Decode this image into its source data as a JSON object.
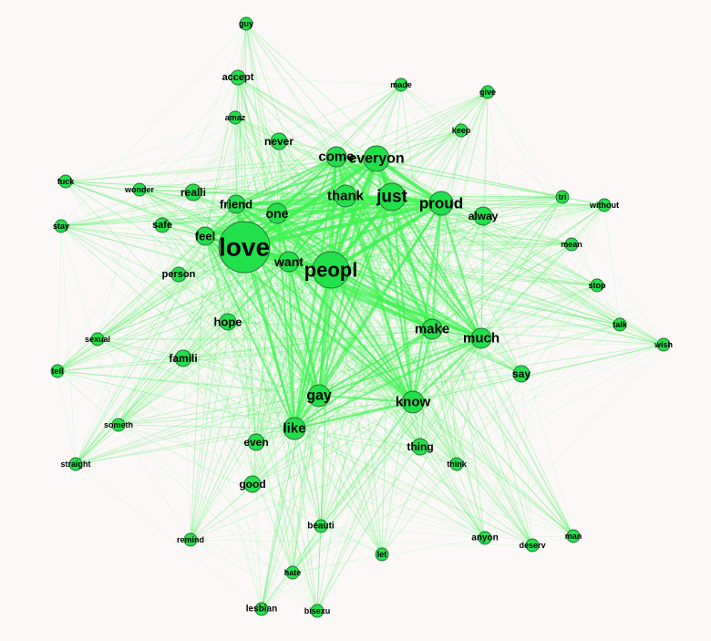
{
  "graph": {
    "background": "#fcf8f8",
    "node_color": "#22e04c",
    "edge_color": "#3cf24e",
    "hub_words": [
      "love",
      "peopl",
      "just",
      "everyon",
      "proud",
      "come",
      "thank",
      "know",
      "gay",
      "like",
      "make",
      "much",
      "one",
      "friend",
      "feel",
      "want"
    ],
    "nodes": [
      {
        "label": "guy"
      },
      {
        "label": "accept"
      },
      {
        "label": "made"
      },
      {
        "label": "give"
      },
      {
        "label": "amaz"
      },
      {
        "label": "keep"
      },
      {
        "label": "never"
      },
      {
        "label": "come"
      },
      {
        "label": "everyon"
      },
      {
        "label": "fuck"
      },
      {
        "label": "wonder"
      },
      {
        "label": "realli"
      },
      {
        "label": "friend"
      },
      {
        "label": "thank"
      },
      {
        "label": "just"
      },
      {
        "label": "proud"
      },
      {
        "label": "tri"
      },
      {
        "label": "without"
      },
      {
        "label": "stay"
      },
      {
        "label": "safe"
      },
      {
        "label": "one"
      },
      {
        "label": "alway"
      },
      {
        "label": "feel"
      },
      {
        "label": "love"
      },
      {
        "label": "mean"
      },
      {
        "label": "want"
      },
      {
        "label": "peopl"
      },
      {
        "label": "person"
      },
      {
        "label": "stop"
      },
      {
        "label": "hope"
      },
      {
        "label": "make"
      },
      {
        "label": "talk"
      },
      {
        "label": "sexual"
      },
      {
        "label": "much"
      },
      {
        "label": "wish"
      },
      {
        "label": "famili"
      },
      {
        "label": "tell"
      },
      {
        "label": "say"
      },
      {
        "label": "gay"
      },
      {
        "label": "know"
      },
      {
        "label": "someth"
      },
      {
        "label": "like"
      },
      {
        "label": "even"
      },
      {
        "label": "thing"
      },
      {
        "label": "straight"
      },
      {
        "label": "think"
      },
      {
        "label": "good"
      },
      {
        "label": "beauti"
      },
      {
        "label": "remind"
      },
      {
        "label": "anyon"
      },
      {
        "label": "man"
      },
      {
        "label": "deserv"
      },
      {
        "label": "let"
      },
      {
        "label": "hate"
      },
      {
        "label": "lesbian"
      },
      {
        "label": "bisexu"
      }
    ]
  }
}
